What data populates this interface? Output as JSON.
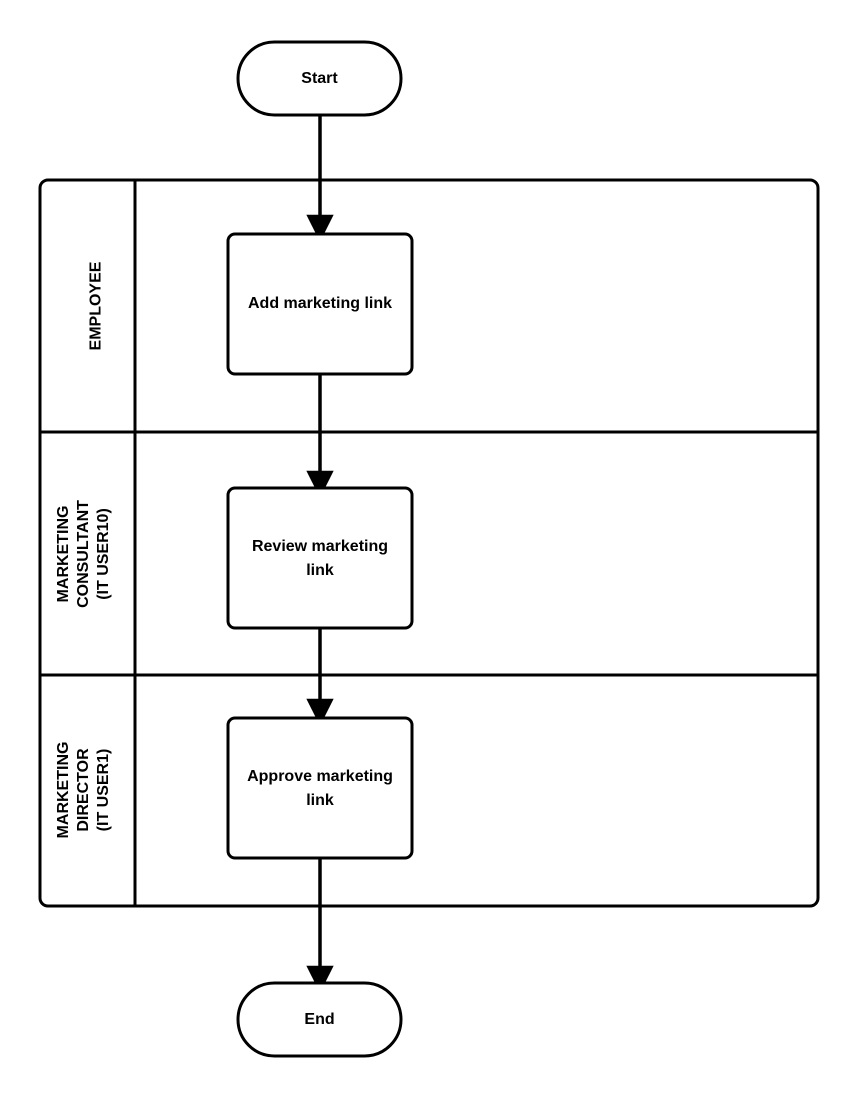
{
  "diagram": {
    "type": "swimlane-flowchart",
    "orientation": "vertical",
    "background_color": "#ffffff",
    "line_color": "#000000",
    "fill_color": "#ffffff",
    "start_node": {
      "label": "Start",
      "shape": "terminator"
    },
    "end_node": {
      "label": "End",
      "shape": "terminator"
    },
    "lanes": [
      {
        "id": "lane-employee",
        "label_lines": [
          "EMPLOYEE"
        ],
        "label_text": "EMPLOYEE",
        "task": {
          "label_lines": [
            "Add marketing link"
          ],
          "label_text": "Add marketing link",
          "shape": "process"
        }
      },
      {
        "id": "lane-marketing-consultant",
        "label_lines": [
          "MARKETING",
          "CONSULTANT",
          "(IT USER10)"
        ],
        "label_text": "MARKETING CONSULTANT (IT USER10)",
        "task": {
          "label_lines": [
            "Review marketing",
            "link"
          ],
          "label_text": "Review marketing link",
          "shape": "process"
        }
      },
      {
        "id": "lane-marketing-director",
        "label_lines": [
          "MARKETING",
          "DIRECTOR",
          "(IT USER1)"
        ],
        "label_text": "MARKETING DIRECTOR (IT USER1)",
        "task": {
          "label_lines": [
            "Approve marketing",
            "link"
          ],
          "label_text": "Approve marketing link",
          "shape": "process"
        }
      }
    ],
    "connectors": [
      {
        "id": "start-to-add",
        "from": "Start",
        "to": "Add marketing link",
        "style": "arrow"
      },
      {
        "id": "add-to-review",
        "from": "Add marketing link",
        "to": "Review marketing link",
        "style": "arrow"
      },
      {
        "id": "review-to-approve",
        "from": "Review marketing link",
        "to": "Approve marketing link",
        "style": "arrow"
      },
      {
        "id": "approve-to-end",
        "from": "Approve marketing link",
        "to": "End",
        "style": "arrow"
      }
    ]
  }
}
